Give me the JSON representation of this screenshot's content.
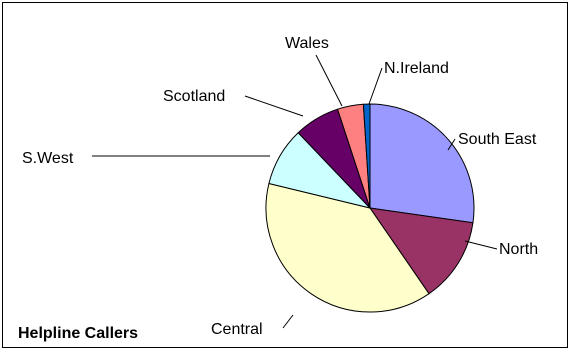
{
  "chart_data": {
    "type": "pie",
    "title": "Helpline Callers",
    "categories": [
      "South East",
      "North",
      "Central",
      "S.West",
      "Scotland",
      "Wales",
      "N.Ireland"
    ],
    "values": [
      27,
      13,
      38,
      9,
      7,
      4,
      1
    ],
    "colors": [
      "#9999ff",
      "#993366",
      "#ffffcc",
      "#ccffff",
      "#660066",
      "#ff8080",
      "#0066cc"
    ],
    "legend": "none"
  }
}
